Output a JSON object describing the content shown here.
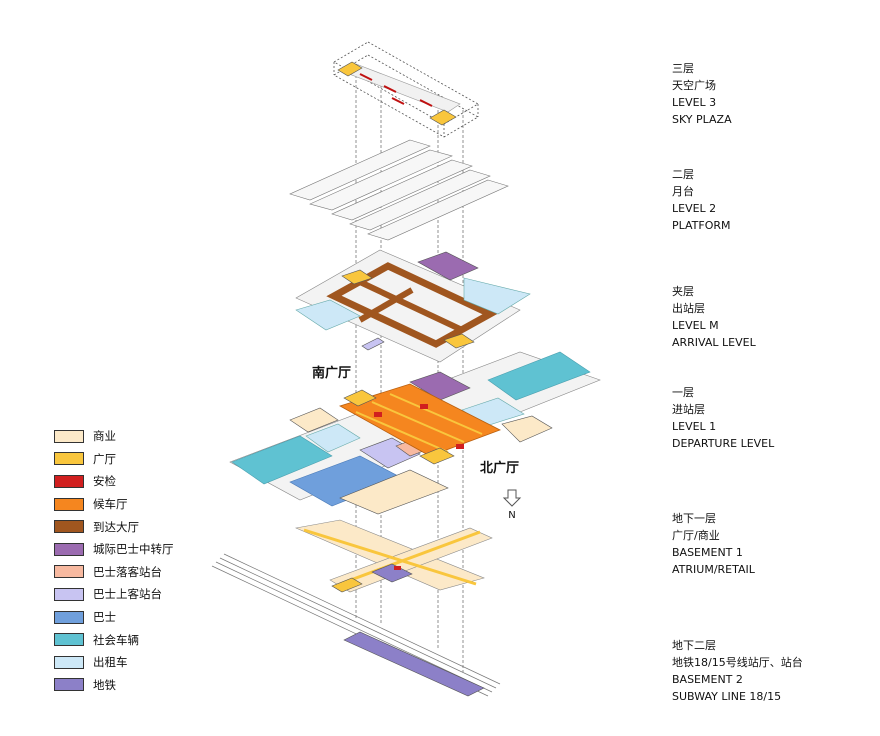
{
  "levels": [
    {
      "zh1": "三层",
      "zh2": "天空广场",
      "en1": "LEVEL 3",
      "en2": "SKY PLAZA"
    },
    {
      "zh1": "二层",
      "zh2": "月台",
      "en1": "LEVEL 2",
      "en2": "PLATFORM"
    },
    {
      "zh1": "夹层",
      "zh2": "出站层",
      "en1": "LEVEL M",
      "en2": "ARRIVAL LEVEL"
    },
    {
      "zh1": "一层",
      "zh2": "进站层",
      "en1": "LEVEL 1",
      "en2": "DEPARTURE LEVEL"
    },
    {
      "zh1": "地下一层",
      "zh2": "广厅/商业",
      "en1": "BASEMENT 1",
      "en2": "ATRIUM/RETAIL"
    },
    {
      "zh1": "地下二层",
      "zh2": "地铁18/15号线站厅、站台",
      "en1": "BASEMENT 2",
      "en2": "SUBWAY LINE 18/15"
    }
  ],
  "legend": [
    {
      "label": "商业",
      "color": "#fce9c8"
    },
    {
      "label": "广厅",
      "color": "#f9c63d"
    },
    {
      "label": "安检",
      "color": "#d11f1f"
    },
    {
      "label": "候车厅",
      "color": "#f5861f"
    },
    {
      "label": "到达大厅",
      "color": "#a0561f"
    },
    {
      "label": "城际巴士中转厅",
      "color": "#9b6bb0"
    },
    {
      "label": "巴士落客站台",
      "color": "#f7b9a0"
    },
    {
      "label": "巴士上客站台",
      "color": "#c8c4f2"
    },
    {
      "label": "巴士",
      "color": "#6f9fdc"
    },
    {
      "label": "社会车辆",
      "color": "#5fc2d2"
    },
    {
      "label": "出租车",
      "color": "#cde8f7"
    },
    {
      "label": "地铁",
      "color": "#8c80c8"
    }
  ],
  "labels": {
    "south_hall": "南广厅",
    "north_hall": "北广厅",
    "north": "N"
  }
}
